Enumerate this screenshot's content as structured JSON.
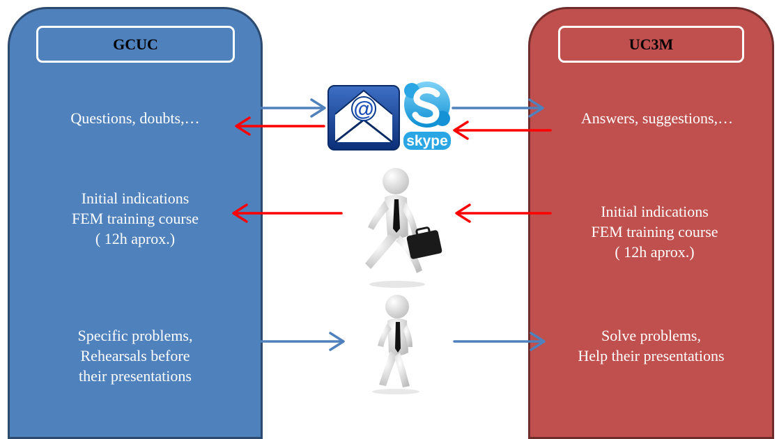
{
  "left_panel": {
    "title": "GCUC",
    "color": "#4f81bd",
    "row1": "Questions, doubts,…",
    "row2": [
      "Initial indications",
      "FEM training course",
      "( 12h aprox.)"
    ],
    "row3": [
      "Specific problems,",
      "Rehearsals before",
      "their presentations"
    ]
  },
  "right_panel": {
    "title": "UC3M",
    "color": "#c0504d",
    "row1": "Answers, suggestions,…",
    "row2": [
      "Initial indications",
      "FEM training course",
      "( 12h aprox.)"
    ],
    "row3": [
      "Solve problems,",
      "Help their presentations"
    ]
  },
  "icons": {
    "email": "email-envelope-icon",
    "skype": "skype-icon",
    "skype_label": "skype",
    "runner": "running-businessman-icon",
    "walker": "walking-figure-icon"
  },
  "arrow_colors": {
    "to_right": "#4f81bd",
    "to_left": "#ff0000"
  }
}
